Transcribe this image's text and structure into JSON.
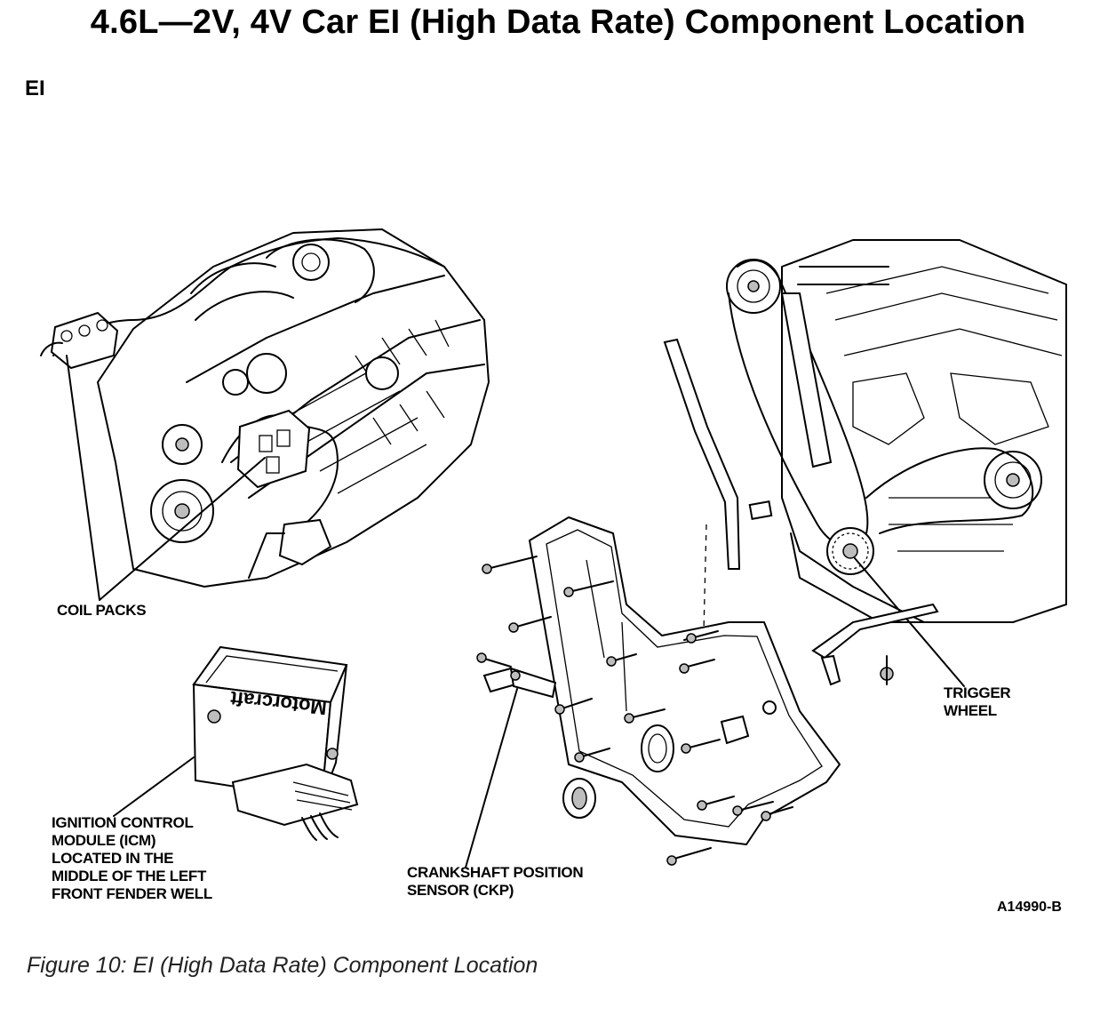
{
  "title": "4.6L—2V, 4V Car EI (High Data Rate) Component Location",
  "section_label": "EI",
  "labels": {
    "coil_packs": "COIL PACKS",
    "icm": "IGNITION CONTROL\nMODULE (ICM)\nLOCATED IN THE\nMIDDLE OF THE LEFT\nFRONT FENDER WELL",
    "ckp": "CRANKSHAFT POSITION\nSENSOR (CKP)",
    "trigger_wheel": "TRIGGER\nWHEEL"
  },
  "module_brand_text": "Motorcraft",
  "figure_code": "A14990-B",
  "caption": "Figure 10: EI (High Data Rate) Component Location"
}
